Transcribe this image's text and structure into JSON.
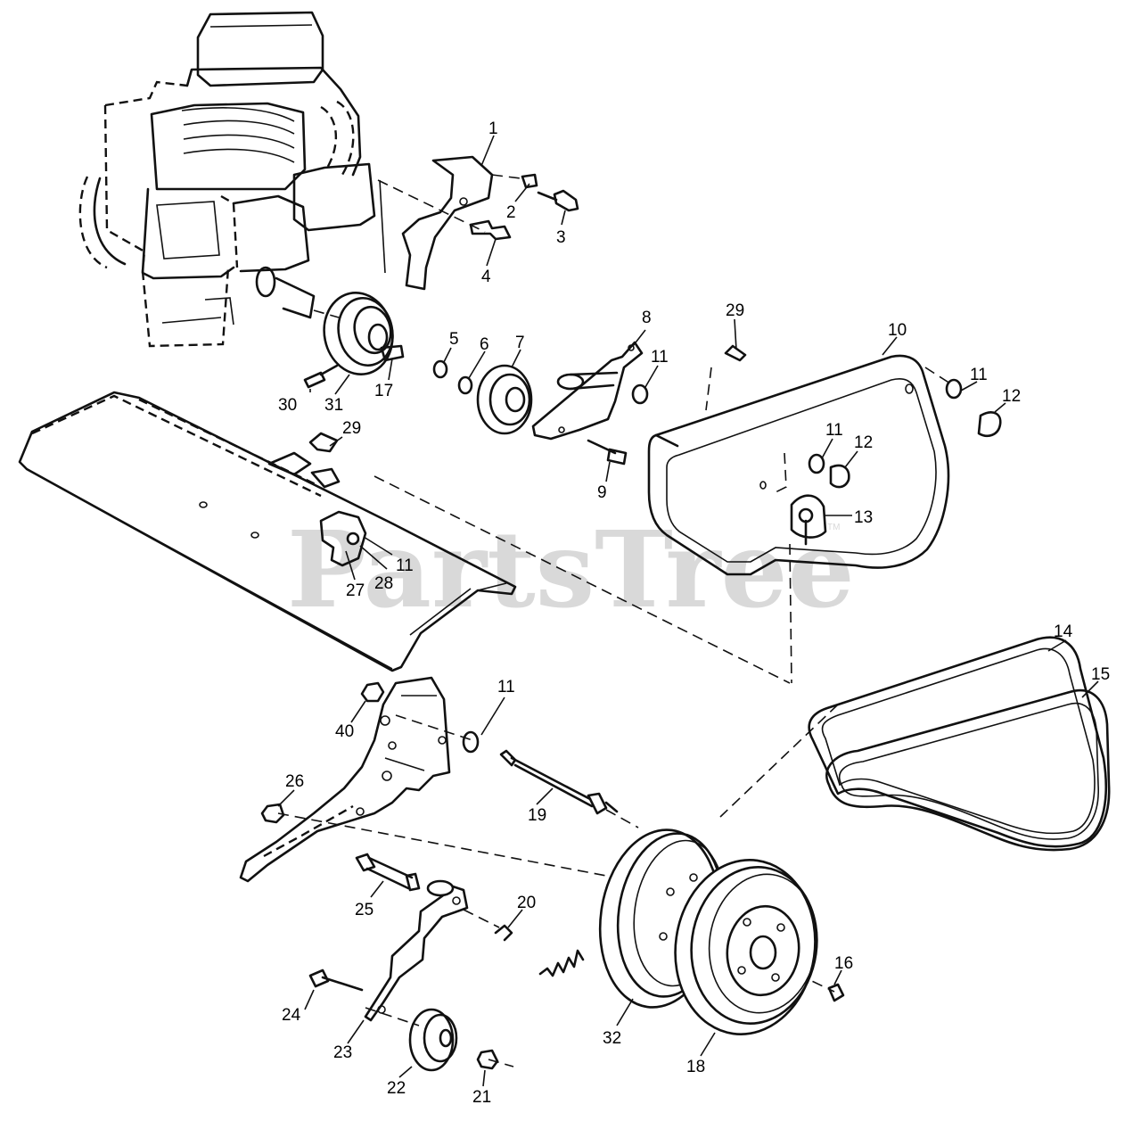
{
  "watermark": {
    "text": "PartsTree",
    "mark": "TM"
  },
  "callouts": {
    "c1": "1",
    "c2": "2",
    "c3": "3",
    "c4": "4",
    "c5": "5",
    "c6": "6",
    "c7": "7",
    "c8": "8",
    "c9": "9",
    "c10": "10",
    "c11a": "11",
    "c11b": "11",
    "c11c": "11",
    "c11d": "11",
    "c11e": "11",
    "c12a": "12",
    "c12b": "12",
    "c13": "13",
    "c14": "14",
    "c15": "15",
    "c16": "16",
    "c17": "17",
    "c18": "18",
    "c19": "19",
    "c20": "20",
    "c21": "21",
    "c22": "22",
    "c23": "23",
    "c24": "24",
    "c25": "25",
    "c26": "26",
    "c27": "27",
    "c28": "28",
    "c29a": "29",
    "c29b": "29",
    "c30": "30",
    "c31": "31",
    "c32": "32",
    "c40": "40"
  }
}
